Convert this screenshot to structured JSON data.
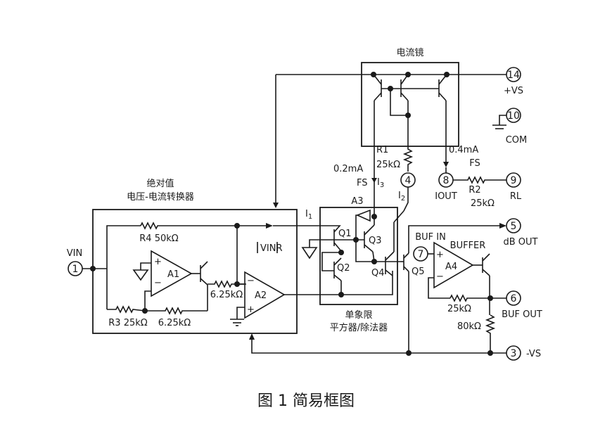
{
  "caption": "图 1 简易框图",
  "blocks": {
    "current_mirror": "电流镜",
    "abs_converter_line1": "绝对值",
    "abs_converter_line2": "电压-电流转换器",
    "squarer_line1": "单象限",
    "squarer_line2": "平方器/除法器",
    "a3": "A3",
    "buffer": "BUFFER"
  },
  "pins": [
    {
      "num": "1",
      "label": "VIN"
    },
    {
      "num": "14",
      "label": "+VS"
    },
    {
      "num": "10",
      "label": "COM"
    },
    {
      "num": "4",
      "label": ""
    },
    {
      "num": "8",
      "label": "IOUT"
    },
    {
      "num": "9",
      "label": "RL"
    },
    {
      "num": "5",
      "label": "dB OUT"
    },
    {
      "num": "7",
      "label": "BUF IN"
    },
    {
      "num": "6",
      "label": "BUF OUT"
    },
    {
      "num": "3",
      "label": "-VS"
    }
  ],
  "components": {
    "r1": "R1",
    "r1_val": "25kΩ",
    "r2": "R2",
    "r2_val": "25kΩ",
    "r3": "R3 25kΩ",
    "r3b": "6.25kΩ",
    "r4": "R4 50kΩ",
    "r5": "6.25kΩ",
    "r_buf_fb": "25kΩ",
    "r_buf_load": "80kΩ",
    "a1": "A1",
    "a2": "A2",
    "a4": "A4",
    "q1": "Q1",
    "q2": "Q2",
    "q3": "Q3",
    "q4": "Q4",
    "q5": "Q5"
  },
  "annotations": {
    "i3_current": "0.2mA",
    "i3_fs": "FS",
    "i3": "I",
    "i3_sub": "3",
    "i2": "I",
    "i2_sub": "2",
    "i1": "I",
    "i1_sub": "1",
    "iout_current": "0.4mA",
    "iout_fs": "FS",
    "vinr": "VINR",
    "plus": "+",
    "minus": "−"
  }
}
